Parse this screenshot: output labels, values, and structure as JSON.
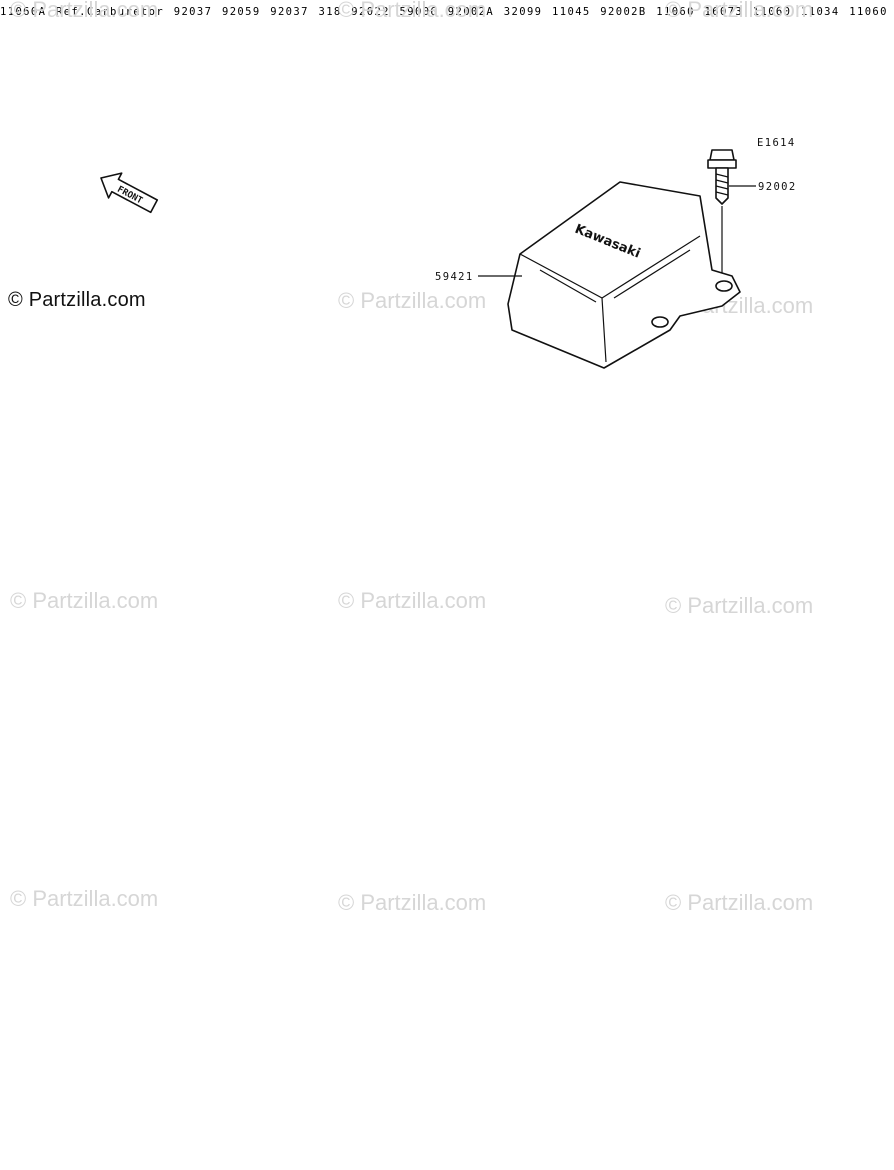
{
  "credit": "© Partzilla.com",
  "watermark": "© Partzilla.com",
  "diagram_code": "E1614",
  "front_label": "FRONT",
  "brand": "Kawasaki",
  "labels": {
    "p92002": "92002",
    "p59421": "59421",
    "p11060A": "11060A",
    "p92037a": "92037",
    "p92059": "92059",
    "p92037b": "92037",
    "p59006": "59006",
    "ref_carb": "Ref.Carburetor",
    "p318": "318",
    "p92022": "92022",
    "p92002A": "92002A",
    "p11060a": "11060",
    "p32099": "32099",
    "p16073": "16073",
    "p92002B": "92002B",
    "p11060b": "11060",
    "p11045": "11045",
    "p11034": "11034",
    "p11060c": "11060"
  }
}
